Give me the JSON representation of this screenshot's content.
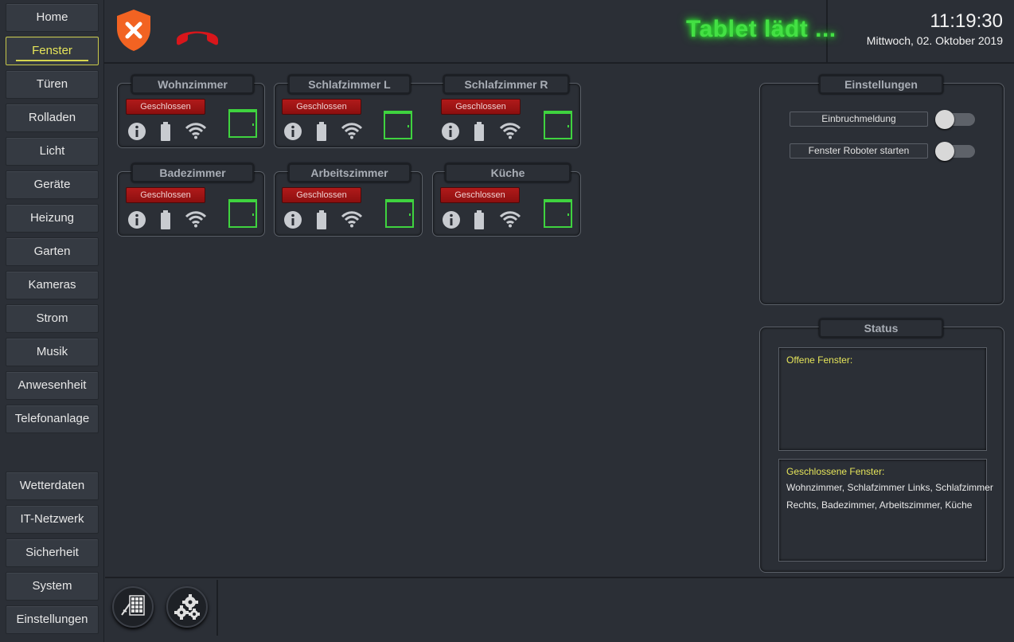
{
  "sidebar": {
    "items": [
      {
        "label": "Home",
        "active": false
      },
      {
        "label": "Fenster",
        "active": true
      },
      {
        "label": "Türen",
        "active": false
      },
      {
        "label": "Rolladen",
        "active": false
      },
      {
        "label": "Licht",
        "active": false
      },
      {
        "label": "Geräte",
        "active": false
      },
      {
        "label": "Heizung",
        "active": false
      },
      {
        "label": "Garten",
        "active": false
      },
      {
        "label": "Kameras",
        "active": false
      },
      {
        "label": "Strom",
        "active": false
      },
      {
        "label": "Musik",
        "active": false
      },
      {
        "label": "Anwesenheit",
        "active": false
      },
      {
        "label": "Telefonanlage",
        "active": false
      }
    ],
    "bottom_items": [
      {
        "label": "Wetterdaten"
      },
      {
        "label": "IT-Netzwerk"
      },
      {
        "label": "Sicherheit"
      },
      {
        "label": "System"
      },
      {
        "label": "Einstellungen"
      }
    ]
  },
  "header": {
    "status_text": "Tablet lädt ...",
    "time": "11:19:30",
    "date": "Mittwoch, 02. Oktober 2019",
    "icons": [
      "shield-x-icon",
      "phone-hangup-icon"
    ],
    "accent_color": "#44e044"
  },
  "rooms": [
    {
      "name": "Wohnzimmer",
      "status": "Geschlossen"
    },
    {
      "name": "Schlafzimmer L",
      "status": "Geschlossen"
    },
    {
      "name": "Schlafzimmer R",
      "status": "Geschlossen"
    },
    {
      "name": "Badezimmer",
      "status": "Geschlossen"
    },
    {
      "name": "Arbeitszimmer",
      "status": "Geschlossen"
    },
    {
      "name": "Küche",
      "status": "Geschlossen"
    }
  ],
  "settings": {
    "title": "Einstellungen",
    "items": [
      {
        "label": "Einbruchmeldung",
        "enabled": false
      },
      {
        "label": "Fenster Roboter starten",
        "enabled": false
      }
    ]
  },
  "status": {
    "title": "Status",
    "open_heading": "Offene Fenster:",
    "open_list": "",
    "closed_heading": "Geschlossene Fenster:",
    "closed_line1": "Wohnzimmer, Schlafzimmer Links, Schlafzimmer",
    "closed_line2": "Rechts, Badezimmer, Arbeitszimmer, Küche"
  },
  "bottom_icons": [
    "keypad-icon",
    "gears-icon"
  ]
}
